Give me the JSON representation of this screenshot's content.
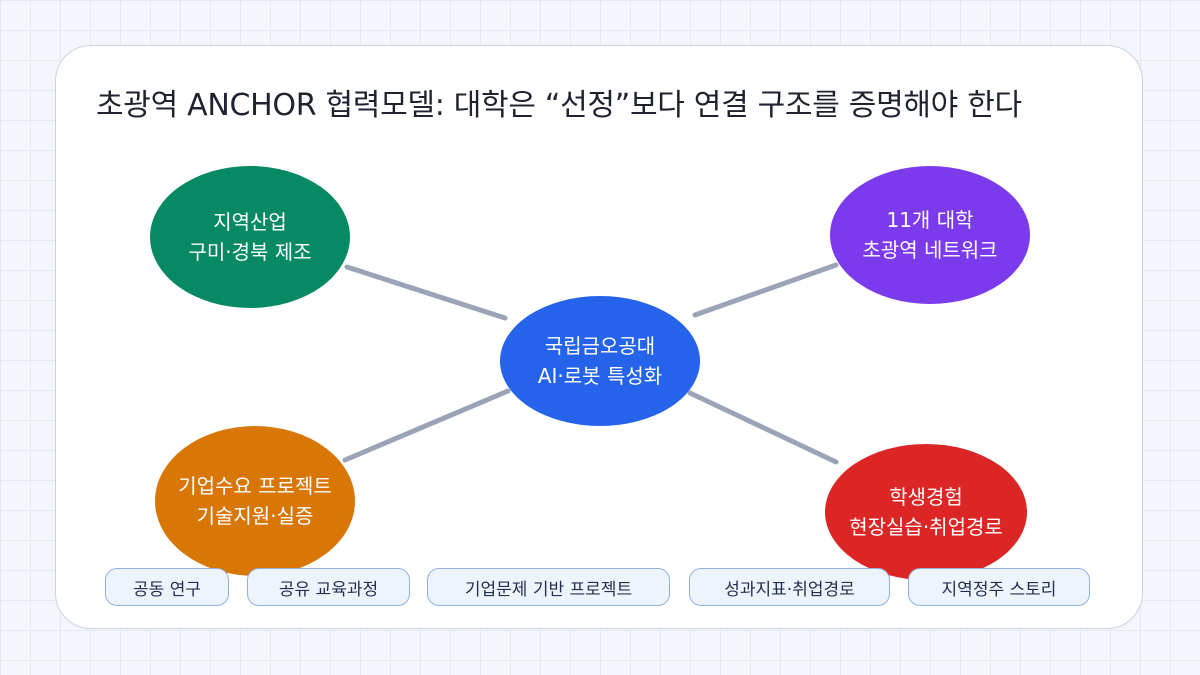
{
  "title": "초광역 ANCHOR 협력모델: 대학은 “선정”보다 연결 구조를 증명해야 한다",
  "colors": {
    "center": "#2563eb",
    "industry": "#078a63",
    "network": "#7c3aed",
    "projects": "#d97706",
    "students": "#dc2626",
    "connector": "#9aa4b6",
    "tag_border": "#8fb1e0"
  },
  "nodes": {
    "center": {
      "line1": "국립금오공대",
      "line2": "AI·로봇 특성화"
    },
    "top_left": {
      "line1": "지역산업",
      "line2": "구미·경북 제조"
    },
    "top_right": {
      "line1": "11개 대학",
      "line2": "초광역 네트워크"
    },
    "bottom_left": {
      "line1": "기업수요 프로젝트",
      "line2": "기술지원·실증"
    },
    "bottom_right": {
      "line1": "학생경험",
      "line2": "현장실습·취업경로"
    }
  },
  "tags": [
    "공동 연구",
    "공유 교육과정",
    "기업문제 기반 프로젝트",
    "성과지표·취업경로",
    "지역정주 스토리"
  ]
}
